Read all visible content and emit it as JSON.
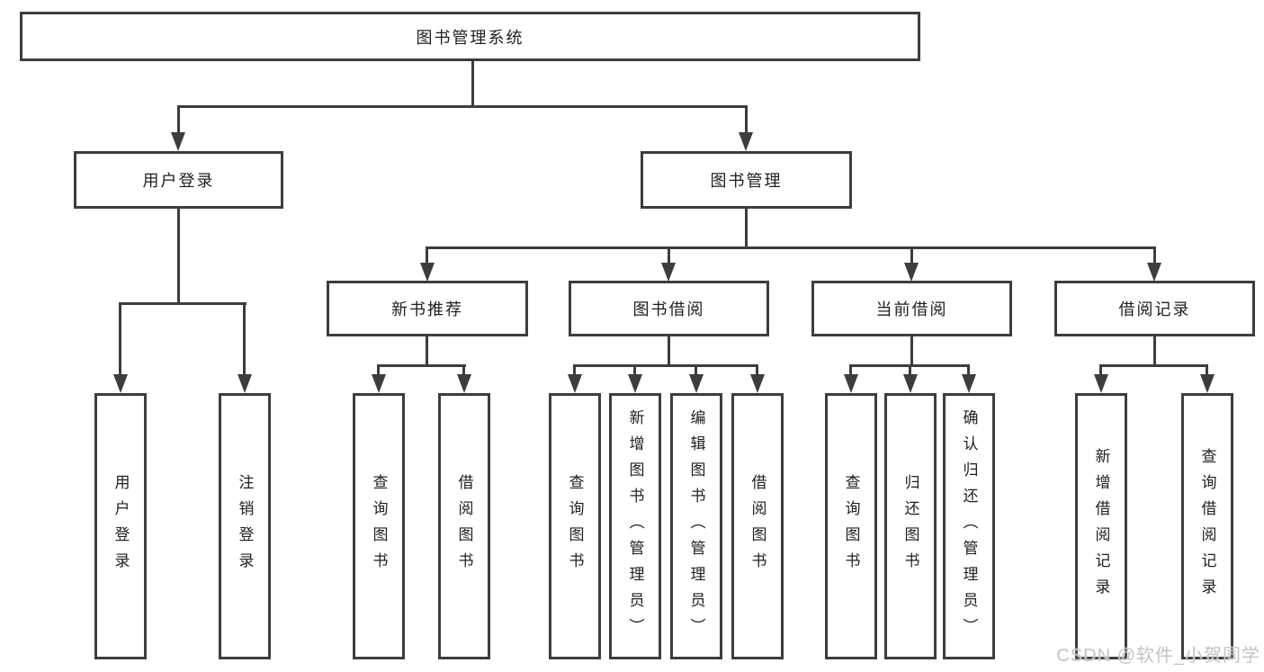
{
  "colors": {
    "line": "#3d3d3d",
    "text": "#1f1f1f",
    "background": "#ffffff",
    "watermark": "#c3c3c3"
  },
  "watermark": {
    "text": "CSDN @软件_小贺同学"
  },
  "diagram": {
    "root": {
      "label": "图书管理系统"
    },
    "level1": [
      {
        "id": "user-login",
        "label": "用户登录"
      },
      {
        "id": "book-management",
        "label": "图书管理"
      }
    ],
    "level2": [
      {
        "id": "new-book-recommend",
        "label": "新书推荐",
        "parent": "图书管理"
      },
      {
        "id": "book-borrow",
        "label": "图书借阅",
        "parent": "图书管理"
      },
      {
        "id": "current-borrow",
        "label": "当前借阅",
        "parent": "图书管理"
      },
      {
        "id": "borrow-records",
        "label": "借阅记录",
        "parent": "图书管理"
      }
    ],
    "leaves": [
      {
        "label": "用户登录",
        "parent": "用户登录"
      },
      {
        "label": "注销登录",
        "parent": "用户登录"
      },
      {
        "label": "查询图书",
        "parent": "新书推荐"
      },
      {
        "label": "借阅图书",
        "parent": "新书推荐"
      },
      {
        "label": "查询图书",
        "parent": "图书借阅"
      },
      {
        "label": "新增图书（管理员）",
        "parent": "图书借阅"
      },
      {
        "label": "编辑图书（管理员）",
        "parent": "图书借阅"
      },
      {
        "label": "借阅图书",
        "parent": "图书借阅"
      },
      {
        "label": "查询图书",
        "parent": "当前借阅"
      },
      {
        "label": "归还图书",
        "parent": "当前借阅"
      },
      {
        "label": "确认归还（管理员）",
        "parent": "当前借阅"
      },
      {
        "label": "新增借阅记录",
        "parent": "借阅记录"
      },
      {
        "label": "查询借阅记录",
        "parent": "借阅记录"
      }
    ]
  }
}
